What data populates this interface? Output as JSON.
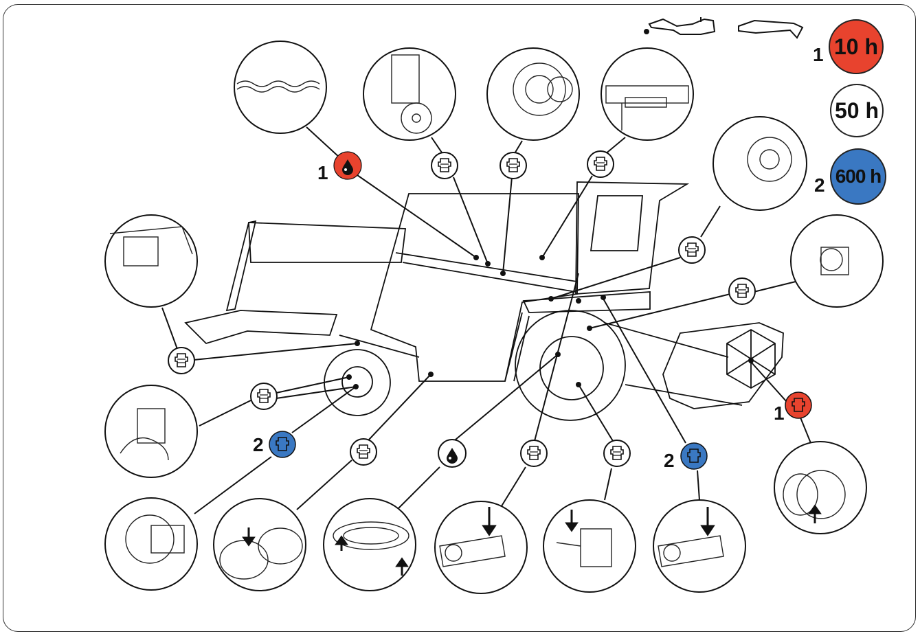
{
  "legend": {
    "items": [
      {
        "number": "1",
        "label": "10 h",
        "color": "#e8432e"
      },
      {
        "number": "",
        "label": "50 h",
        "color": "#ffffff"
      },
      {
        "number": "2",
        "label": "600 h",
        "color": "#3a78c2"
      }
    ]
  },
  "callouts": {
    "oil_top_number": "1",
    "right_red_number": "1",
    "left_blue_number": "2",
    "right_blue_number": "2"
  },
  "icons": {
    "oil_can": "oil-can-icon",
    "grease_gun": "grease-gun-icon",
    "grease_nipple": "grease-nipple-icon",
    "oil_drop": "oil-drop-icon"
  }
}
